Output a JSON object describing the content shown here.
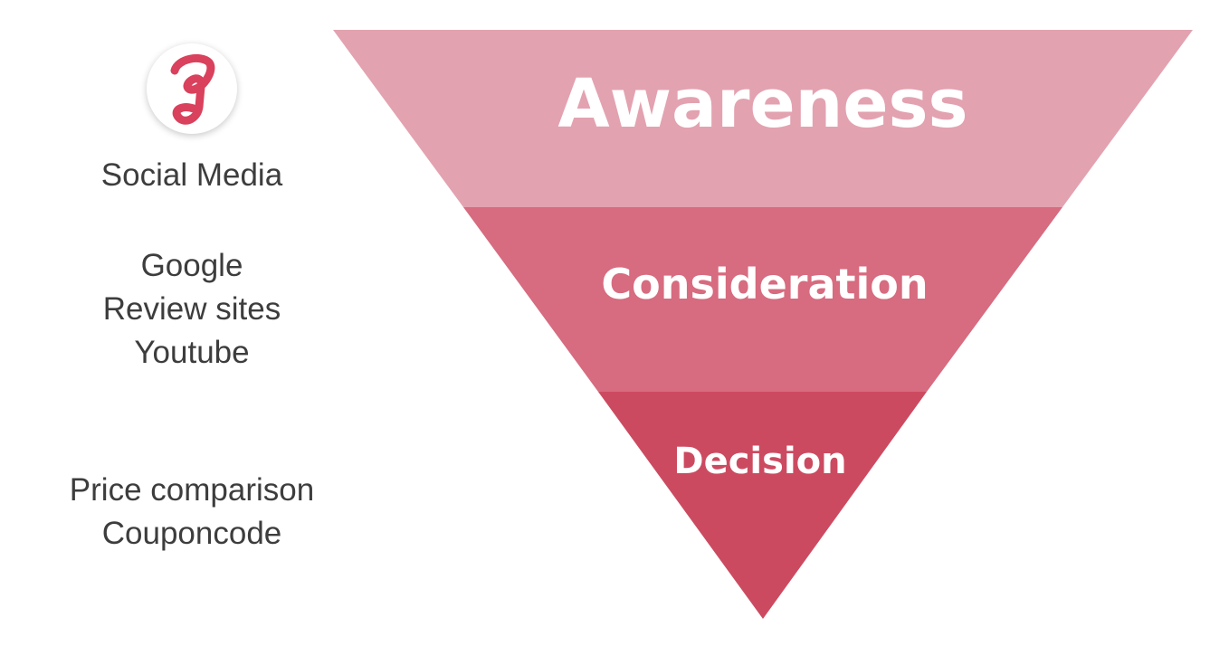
{
  "channels": {
    "awareness": [
      "Social Media"
    ],
    "consideration": [
      "Google",
      "Review sites",
      "Youtube"
    ],
    "decision": [
      "Price comparison",
      "Couponcode"
    ]
  },
  "funnel": {
    "stages": [
      {
        "label": "Awareness",
        "color": "#e3a2b0"
      },
      {
        "label": "Consideration",
        "color": "#d76b7f"
      },
      {
        "label": "Decision",
        "color": "#cc4a60"
      }
    ]
  },
  "colors": {
    "text": "#3d3d3d",
    "logo": "#d9415c"
  },
  "icons": {
    "logo": "g-letter-logo-icon"
  }
}
